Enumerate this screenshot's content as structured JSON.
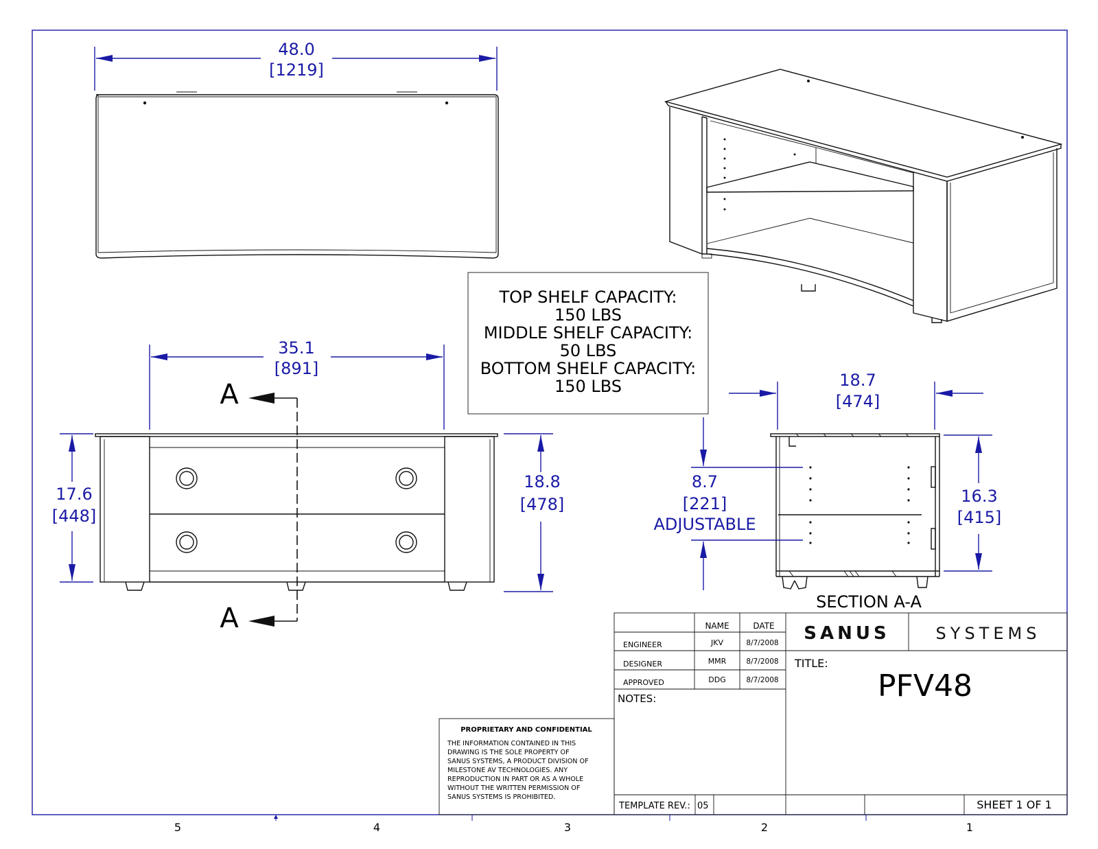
{
  "dimensions": {
    "top_width": "48.0",
    "top_width_mm": "[1219]",
    "front_width": "35.1",
    "front_width_mm": "[891]",
    "front_height": "17.6",
    "front_height_mm": "[448]",
    "overall_height": "18.8",
    "overall_height_mm": "[478]",
    "depth": "18.7",
    "depth_mm": "[474]",
    "shelf_spacing": "8.7",
    "shelf_spacing_mm": "[221]",
    "shelf_spacing_note": "ADJUSTABLE",
    "side_height": "16.3",
    "side_height_mm": "[415]"
  },
  "section": {
    "marker": "A",
    "label": "SECTION A-A"
  },
  "capacity": {
    "top_label": "TOP SHELF CAPACITY:",
    "top_value": "150 LBS",
    "middle_label": "MIDDLE SHELF CAPACITY:",
    "middle_value": "50 LBS",
    "bottom_label": "BOTTOM SHELF CAPACITY:",
    "bottom_value": "150 LBS"
  },
  "title_block": {
    "col_name": "NAME",
    "col_date": "DATE",
    "rows": [
      {
        "role": "ENGINEER",
        "name": "JKV",
        "date": "8/7/2008"
      },
      {
        "role": "DESIGNER",
        "name": "MMR",
        "date": "8/7/2008"
      },
      {
        "role": "APPROVED",
        "name": "DDG",
        "date": "8/7/2008"
      }
    ],
    "notes_label": "NOTES:",
    "brand_bold": "SANUS",
    "brand_light": "SYSTEMS",
    "title_label": "TITLE:",
    "title_value": "PFV48",
    "template_rev_label": "TEMPLATE REV.:",
    "template_rev_value": "05",
    "sheet": "SHEET 1 OF 1"
  },
  "proprietary": {
    "heading": "PROPRIETARY AND CONFIDENTIAL",
    "lines": [
      "THE INFORMATION CONTAINED IN THIS",
      "DRAWING IS THE SOLE PROPERTY OF",
      "SANUS SYSTEMS, A PRODUCT DIVISION OF",
      "MILESTONE AV TECHNOLOGIES.  ANY",
      "REPRODUCTION IN PART OR AS A WHOLE",
      "WITHOUT THE WRITTEN PERMISSION OF",
      "SANUS SYSTEMS IS PROHIBITED."
    ]
  },
  "zones": [
    "5",
    "4",
    "3",
    "2",
    "1"
  ],
  "colors": {
    "dimension": "#1a1aa6",
    "ink": "#111111",
    "border": "#1a1aa6"
  }
}
